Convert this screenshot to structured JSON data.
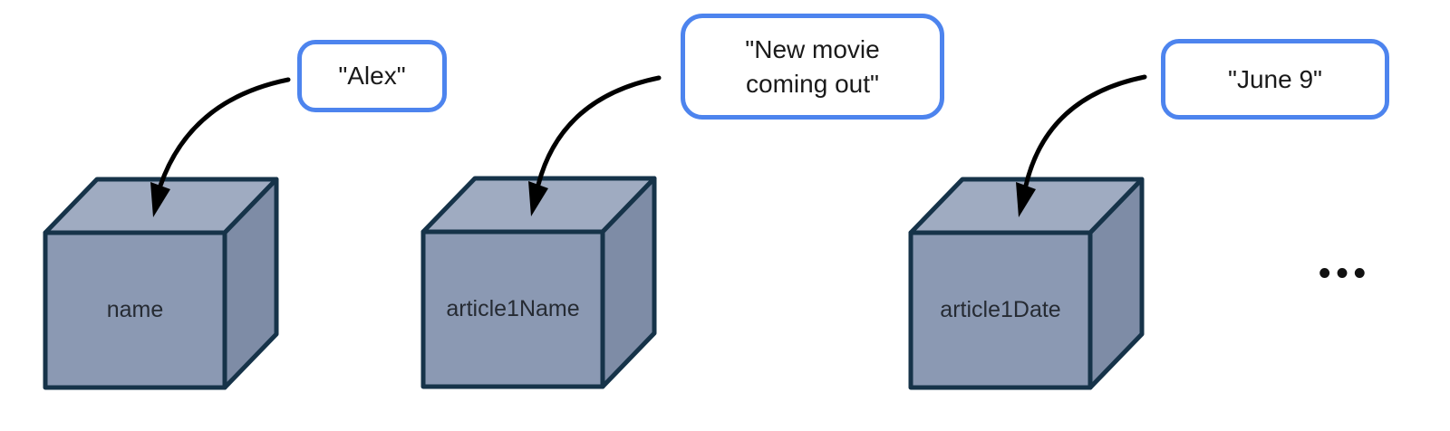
{
  "diagram": {
    "items": [
      {
        "label": "name",
        "value": "\"Alex\""
      },
      {
        "label": "article1Name",
        "value": "\"New movie\ncoming out\""
      },
      {
        "label": "article1Date",
        "value": "\"June 9\""
      }
    ],
    "more_indicator": "•••",
    "colors": {
      "cube_top": "#9fabc1",
      "cube_front": "#8b99b3",
      "cube_side": "#7e8ca6",
      "cube_outline": "#163349",
      "bubble_border": "#4d84ee",
      "bubble_fill": "#ffffff",
      "arrow": "#000000",
      "label_text": "#262b33",
      "bubble_text": "#1a1a1a"
    }
  }
}
